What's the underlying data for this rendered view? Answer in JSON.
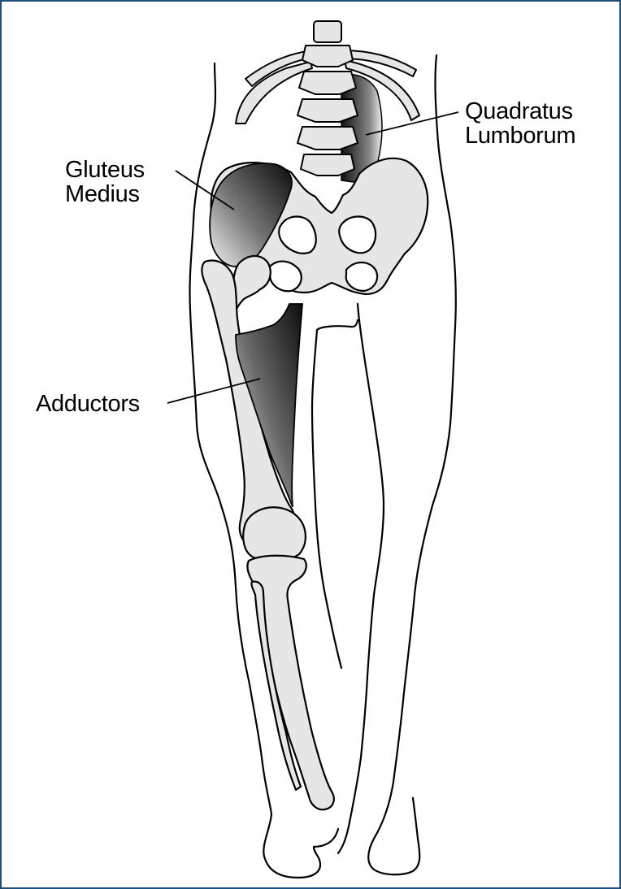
{
  "labels": {
    "quadratus": {
      "line1": "Quadratus",
      "line2": "Lumborum"
    },
    "gluteus": {
      "line1": "Gluteus",
      "line2": "Medius"
    },
    "adductors": {
      "line1": "Adductors"
    }
  },
  "colors": {
    "frame_border": "#1f4e79",
    "bone_fill": "#e6e6e6",
    "outline": "#000000",
    "muscle_dark": "#111111",
    "muscle_light": "#f2f2f2"
  }
}
